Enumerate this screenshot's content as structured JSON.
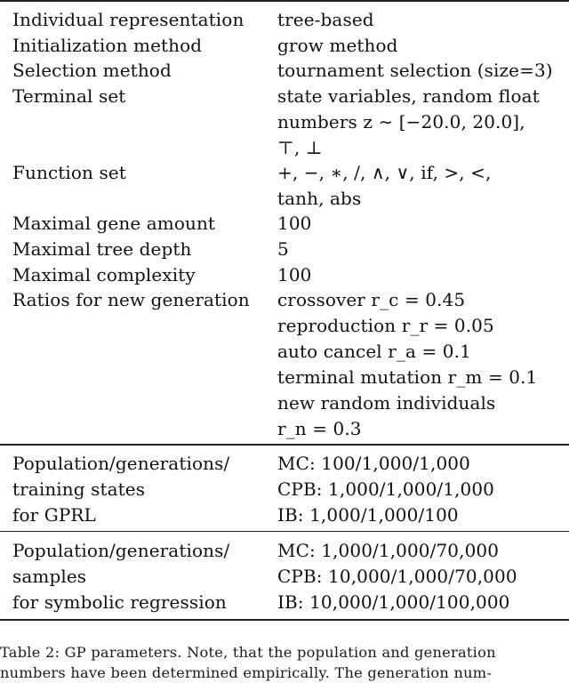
{
  "table": {
    "params": [
      {
        "label": [
          "Individual representation"
        ],
        "value": [
          "tree-based"
        ]
      },
      {
        "label": [
          "Initialization method"
        ],
        "value": [
          "grow method"
        ]
      },
      {
        "label": [
          "Selection method"
        ],
        "value": [
          "tournament selection (size=3)"
        ]
      },
      {
        "label": [
          "Terminal set"
        ],
        "value": [
          "state variables, random float",
          "numbers z ∼ [−20.0, 20.0],",
          "⊤, ⊥"
        ]
      },
      {
        "label": [
          "Function set"
        ],
        "value": [
          "+, −, ∗, /, ∧, ∨, if, >, <,",
          "tanh, abs"
        ]
      },
      {
        "label": [
          "Maximal gene amount"
        ],
        "value": [
          "100"
        ]
      },
      {
        "label": [
          "Maximal tree depth"
        ],
        "value": [
          "5"
        ]
      },
      {
        "label": [
          "Maximal complexity"
        ],
        "value": [
          "100"
        ]
      },
      {
        "label": [
          "Ratios for new generation"
        ],
        "value": [
          "crossover r_c = 0.45",
          "reproduction r_r = 0.05",
          "auto cancel r_a = 0.1",
          "terminal mutation r_m = 0.1",
          "new random individuals",
          "r_n = 0.3"
        ]
      }
    ],
    "gprl": {
      "label": [
        "Population/generations/",
        "training states",
        "for GPRL"
      ],
      "value": [
        "MC: 100/1,000/1,000",
        "CPB: 1,000/1,000/1,000",
        "IB: 1,000/1,000/100"
      ]
    },
    "symreg": {
      "label": [
        "Population/generations/",
        "samples",
        "for symbolic regression"
      ],
      "value": [
        "MC: 1,000/1,000/70,000",
        "CPB: 10,000/1,000/70,000",
        "IB: 10,000/1,000/100,000"
      ]
    }
  },
  "caption": [
    "Table 2: GP parameters. Note, that the population and generation",
    "numbers have been determined empirically. The generation num-"
  ]
}
